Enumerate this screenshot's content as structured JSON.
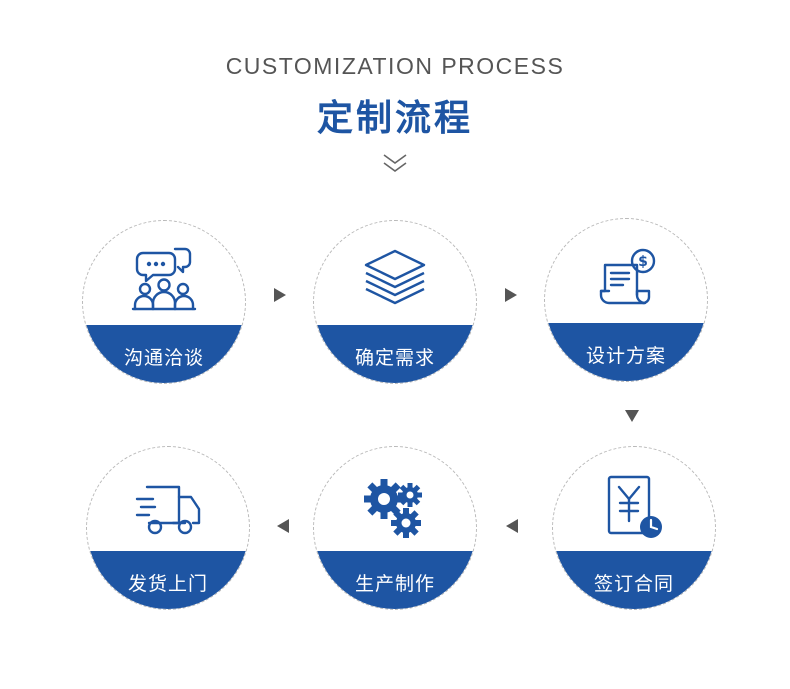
{
  "header": {
    "eyebrow": "CUSTOMIZATION PROCESS",
    "title": "定制流程"
  },
  "colors": {
    "accent": "#1e55a3",
    "arrow": "#555555"
  },
  "steps": [
    {
      "label": "沟通洽谈",
      "icon": "chat-group-icon"
    },
    {
      "label": "确定需求",
      "icon": "layers-icon"
    },
    {
      "label": "设计方案",
      "icon": "invoice-dollar-icon"
    },
    {
      "label": "签订合同",
      "icon": "yen-document-icon"
    },
    {
      "label": "生产制作",
      "icon": "gears-icon"
    },
    {
      "label": "发货上门",
      "icon": "delivery-truck-icon"
    }
  ]
}
